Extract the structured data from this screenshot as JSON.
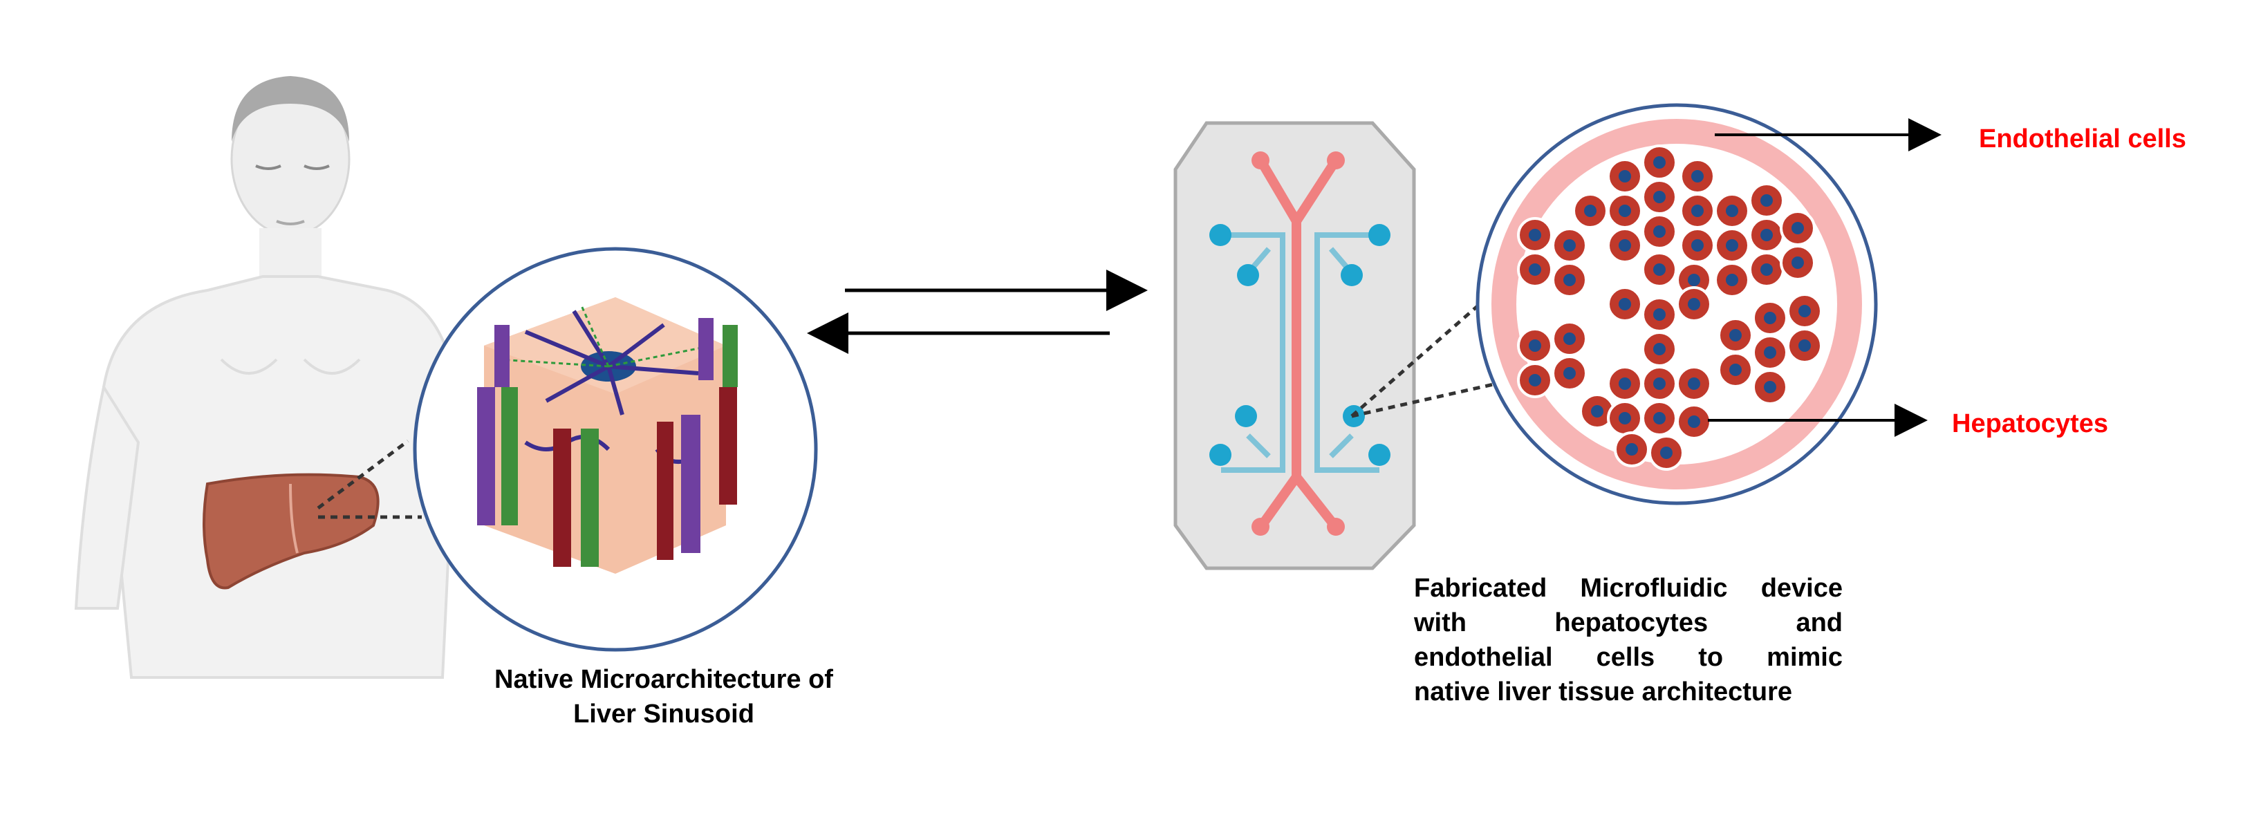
{
  "captions": {
    "native_line1": "Native Microarchitecture of",
    "native_line2": "Liver Sinusoid",
    "device_line1": "Fabricated Microfluidic device",
    "device_line2": "with hepatocytes and",
    "device_line3": "endothelial cells to mimic",
    "device_line4": "native liver tissue architecture"
  },
  "labels": {
    "endothelial": "Endothelial cells",
    "hepatocytes": "Hepatocytes"
  },
  "colors": {
    "label_red": "#ff0000",
    "liver": "#b5624d",
    "channel_red": "#f08080",
    "port_blue": "#1ea5cf",
    "channel_blue": "#7fc3d8",
    "circle_border": "#3b5d96",
    "hepatocyte": "#c0392b",
    "nucleus": "#1f4e8c",
    "endothelium": "#f7b5b5"
  },
  "icons": [
    "human-figure-icon",
    "liver-icon",
    "lobule-icon",
    "microfluidic-chip-icon",
    "double-arrow-icon",
    "cell-culture-icon"
  ]
}
